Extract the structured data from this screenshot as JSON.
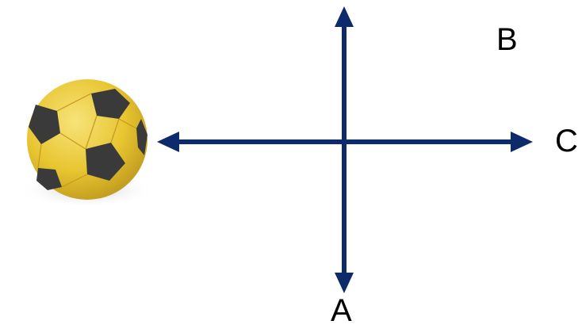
{
  "labels": {
    "a": "A",
    "b": "B",
    "c": "C"
  },
  "icons": {
    "ball": "soccer-ball-icon"
  },
  "colors": {
    "arrow": "#0d2a6b",
    "ball_yellow": "#e8c531",
    "ball_patch": "#3a3a3a",
    "text": "#000000"
  }
}
